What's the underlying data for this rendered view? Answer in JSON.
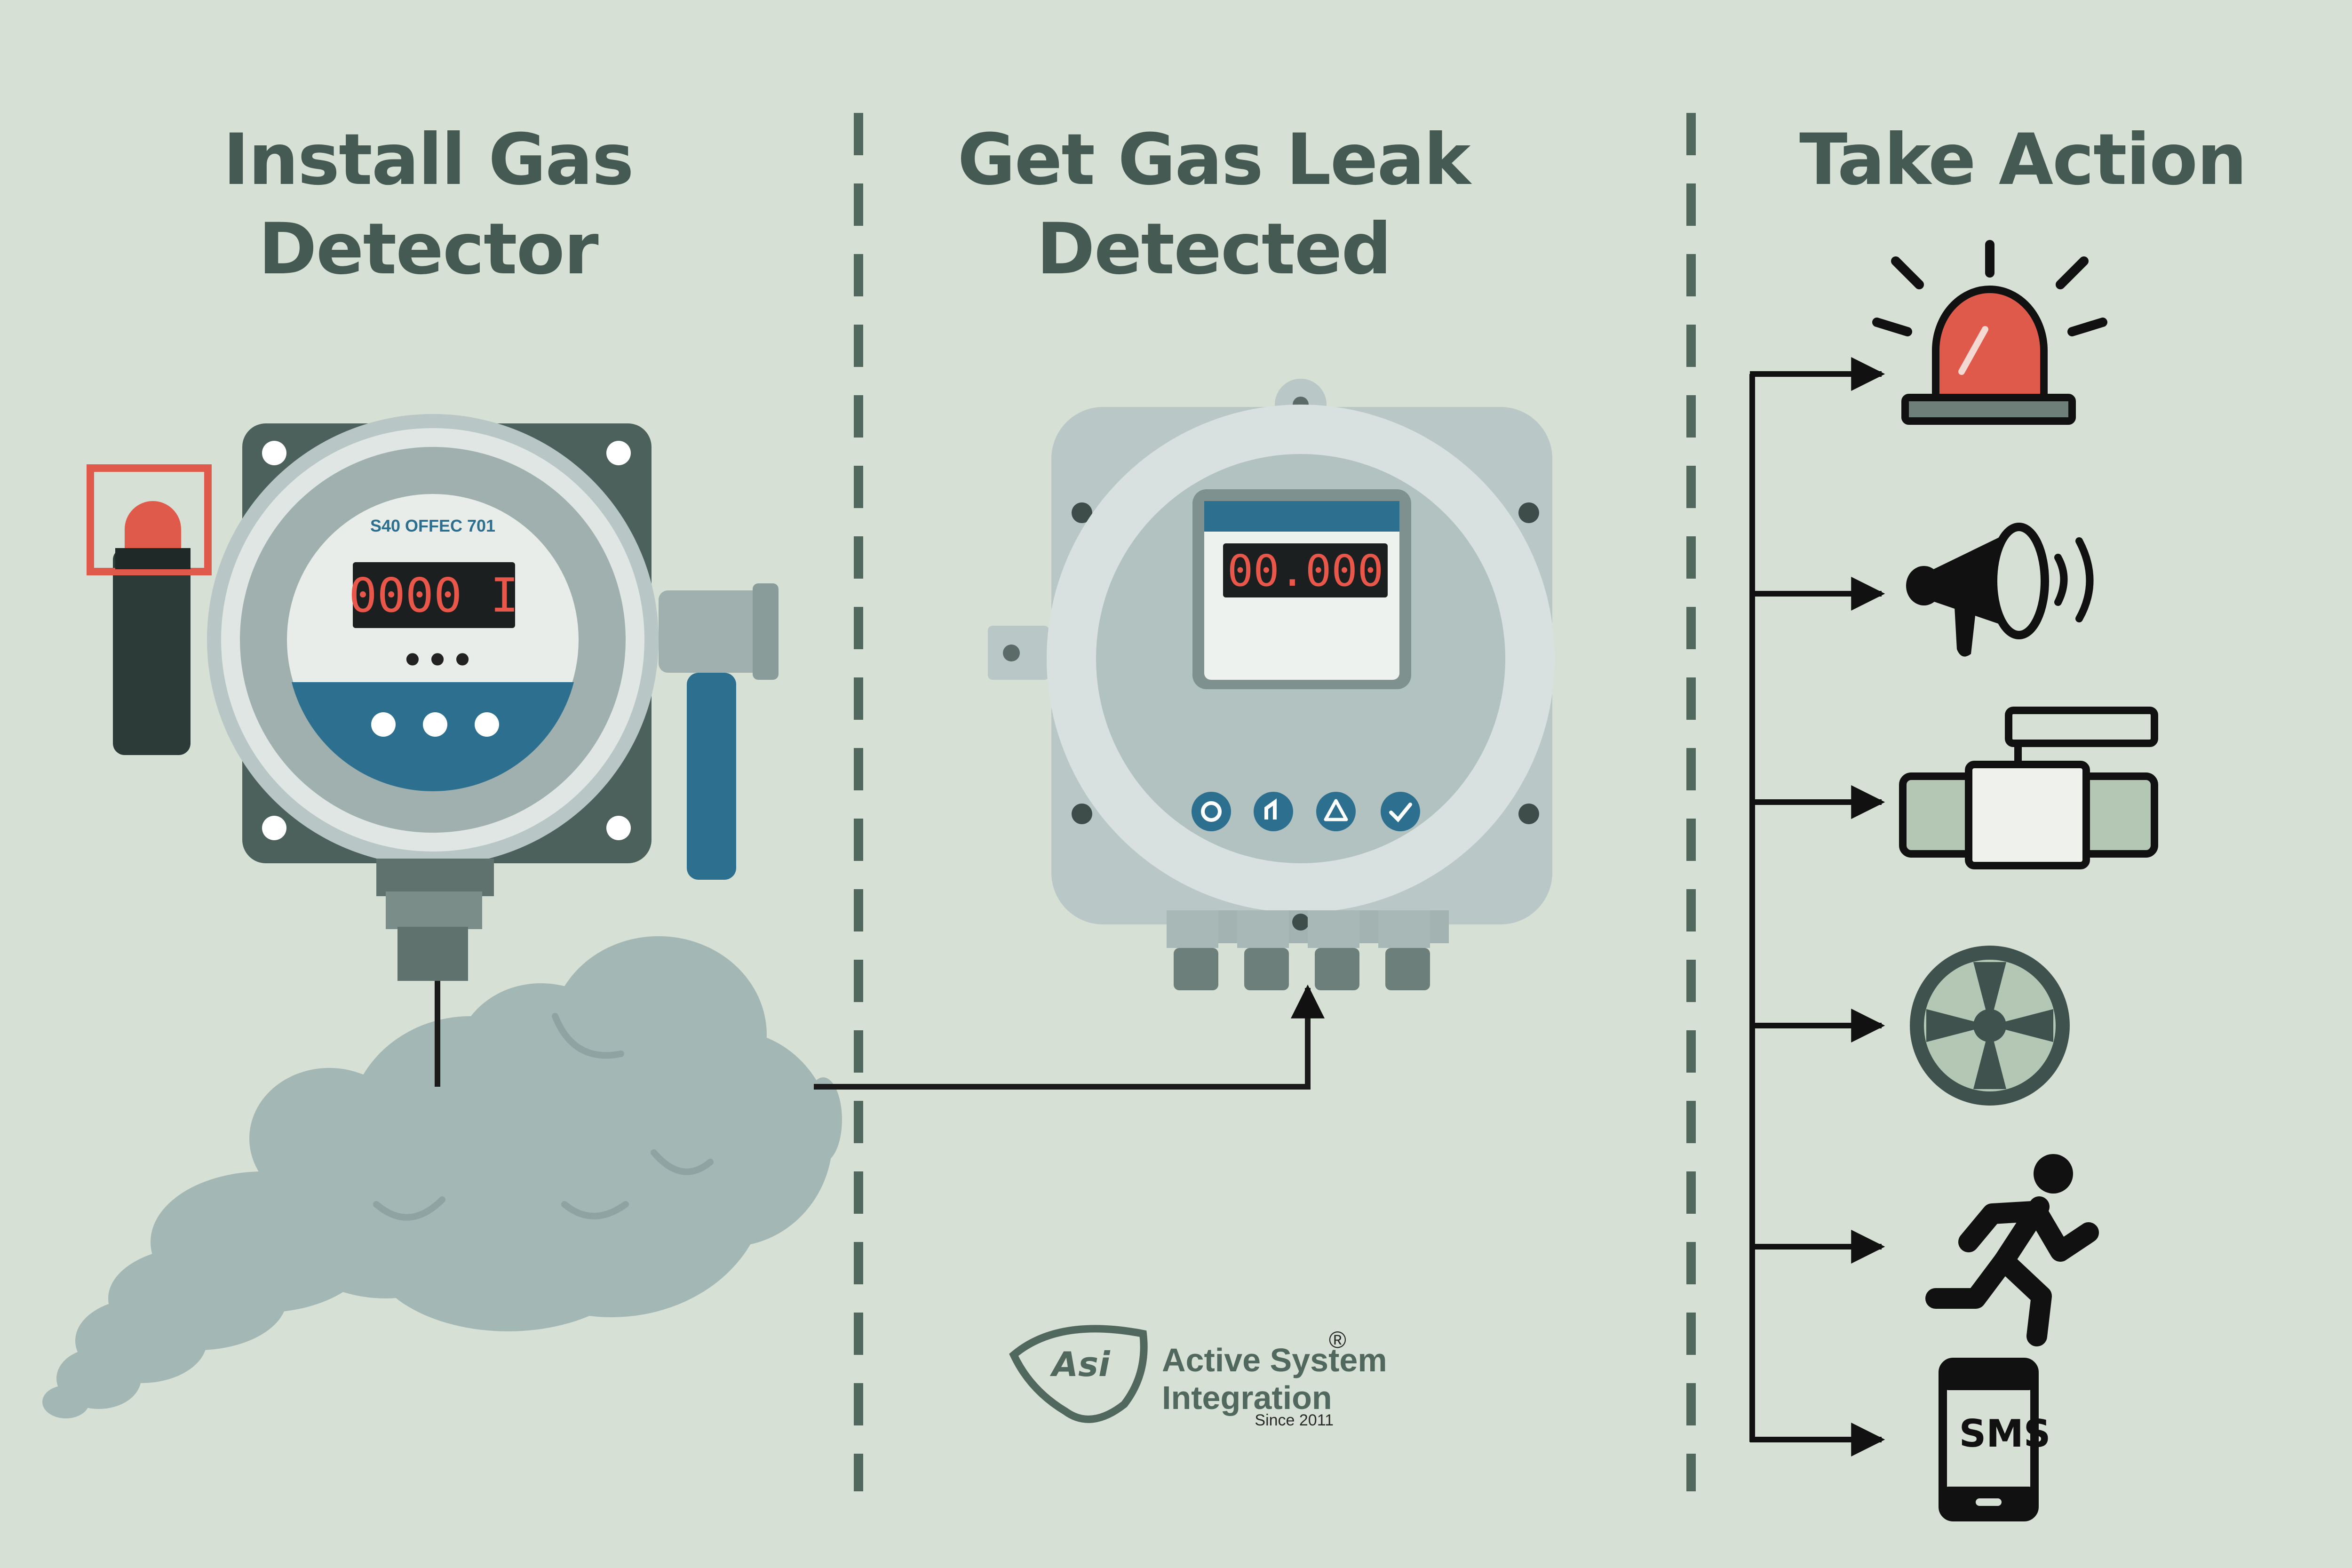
{
  "sections": {
    "install": {
      "title": "Install Gas Detector"
    },
    "detect": {
      "title": "Get Gas Leak Detected"
    },
    "action": {
      "title": "Take Action"
    }
  },
  "detector": {
    "model_label": "S40 OFFEC 701",
    "display_value": "0000 I",
    "status_dots": "•••"
  },
  "controller": {
    "display_value": "00.000"
  },
  "actions": {
    "items": [
      {
        "icon": "alarm-beacon-icon"
      },
      {
        "icon": "megaphone-icon"
      },
      {
        "icon": "valve-icon"
      },
      {
        "icon": "fan-icon"
      },
      {
        "icon": "evacuation-icon"
      },
      {
        "icon": "sms-phone-icon",
        "label": "SMS"
      }
    ]
  },
  "brand": {
    "logo_mark": "Asi",
    "name_line1": "Active System",
    "name_line2": "Integration",
    "since": "Since 2011",
    "registered": "®"
  },
  "colors": {
    "background": "#d7e0d5",
    "heading": "#455a52",
    "divider": "#51685f",
    "alarm_red": "#e05a4c",
    "detector_blue": "#2d6f8e",
    "smoke": "#a3b7b5"
  }
}
